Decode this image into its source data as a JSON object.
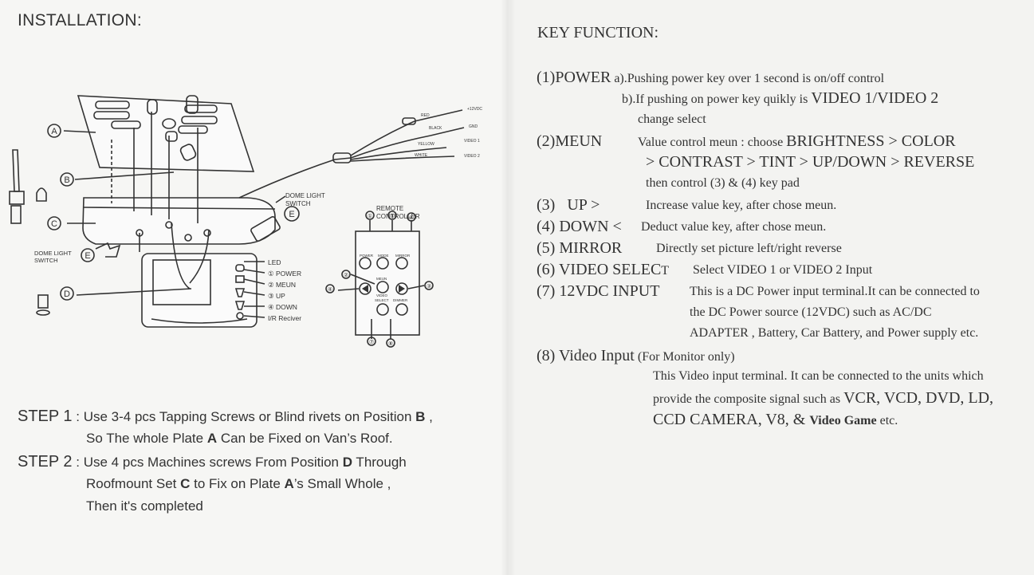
{
  "left": {
    "title": "INSTALLATION:",
    "diagram": {
      "callouts": [
        "A",
        "B",
        "C",
        "D",
        "E",
        "E"
      ],
      "dome_light_switch_1": "DOME LIGHT",
      "dome_light_switch_2": "SWITCH",
      "remote_1": "REMOTE",
      "remote_2": "CONTROLLER",
      "led_labels": [
        "LED",
        "① POWER",
        "② MEUN",
        "③ UP",
        "④ DOWN",
        "I/R Reciver"
      ],
      "wire_labels": [
        "RED",
        "BLACK",
        "YELLOW",
        "WHITE"
      ],
      "wire_ends": [
        "+12VDC",
        "GND",
        "VIDEO 1",
        "VIDEO 2"
      ],
      "remote_keys": [
        "POWER",
        "MODE",
        "MIRROR",
        "MEUN",
        "VIDEO",
        "SELECT",
        "DIMMER"
      ],
      "remote_nums": [
        "①",
        "⑤",
        "⑥",
        "②",
        "④",
        "③",
        "⑦",
        "⑧"
      ]
    },
    "step1": {
      "label": "STEP 1",
      "l1a": " : Use 3-4 pcs Tapping Screws or Blind rivets on Position ",
      "l1b": "B",
      "l1c": " ,",
      "l2a": "So The whole Plate ",
      "l2b": "A",
      "l2c": " Can be Fixed on Van’s Roof."
    },
    "step2": {
      "label": "STEP 2",
      "l1a": " : Use 4 pcs Machines screws From Position ",
      "l1b": "D",
      "l1c": " Through",
      "l2a": "Roofmount Set ",
      "l2b": "C",
      "l2c": " to Fix on Plate ",
      "l2d": "A",
      "l2e": "’s Small Whole ,",
      "l3": "Then it's completed"
    }
  },
  "right": {
    "title": "KEY FUNCTION:",
    "k1_label": "(1)POWER",
    "k1_a": " a).Pushing power key over 1 second is on/off control",
    "k1_b1": "b).If pushing on power key quikly is ",
    "k1_b2": "VIDEO 1/VIDEO 2",
    "k1_c": "change select",
    "k2_label": "(2)MEUN",
    "k2_a1": "Value control meun : choose ",
    "k2_a2": "BRIGHTNESS > COLOR",
    "k2_b": "> CONTRAST > TINT > UP/DOWN > REVERSE",
    "k2_c": "then control (3) & (4) key pad",
    "k3_label": "(3)   UP >",
    "k3_text": "Increase value key, after chose meun.",
    "k4_label": "(4) DOWN <",
    "k4_text": "Deduct value key, after chose meun.",
    "k5_label": "(5) MIRROR",
    "k5_text": "Directly set picture left/right reverse",
    "k6_label": "(6) VIDEO SELEC",
    "k6_label2": "T",
    "k6_text": "Select VIDEO 1 or VIDEO 2 Input",
    "k7_label": "(7) 12VDC INPUT",
    "k7_a": "This is a DC Power input terminal.It can be connected to",
    "k7_b": "the DC Power source (12VDC) such as AC/DC",
    "k7_c": "ADAPTER , Battery, Car Battery, and Power supply etc.",
    "k8_label": "(8) Video Input",
    "k8_label2": " (For Monitor only)",
    "k8_a": "This Video input terminal. It can be connected to the units which",
    "k8_b1": "provide the composite signal such as ",
    "k8_b2": "VCR, VCD, DVD, LD,",
    "k8_c1": "CCD CAMERA, V8, & ",
    "k8_c2": "Video Game",
    "k8_c3": " etc."
  }
}
